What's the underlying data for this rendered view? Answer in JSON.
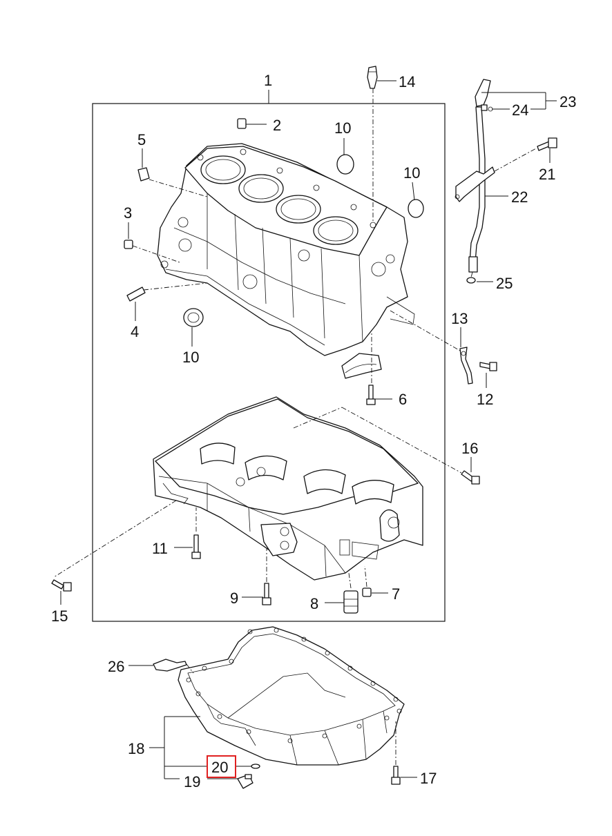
{
  "diagram": {
    "labels": {
      "p1": "1",
      "p2": "2",
      "p3": "3",
      "p4": "4",
      "p5": "5",
      "p6": "6",
      "p7": "7",
      "p8": "8",
      "p9": "9",
      "p10a": "10",
      "p10b": "10",
      "p10c": "10",
      "p11": "11",
      "p12": "12",
      "p13": "13",
      "p14": "14",
      "p15": "15",
      "p16": "16",
      "p17": "17",
      "p18": "18",
      "p19": "19",
      "p20": "20",
      "p21": "21",
      "p22": "22",
      "p23": "23",
      "p24": "24",
      "p25": "25",
      "p26": "26"
    },
    "highlight_color": "#e02020"
  }
}
